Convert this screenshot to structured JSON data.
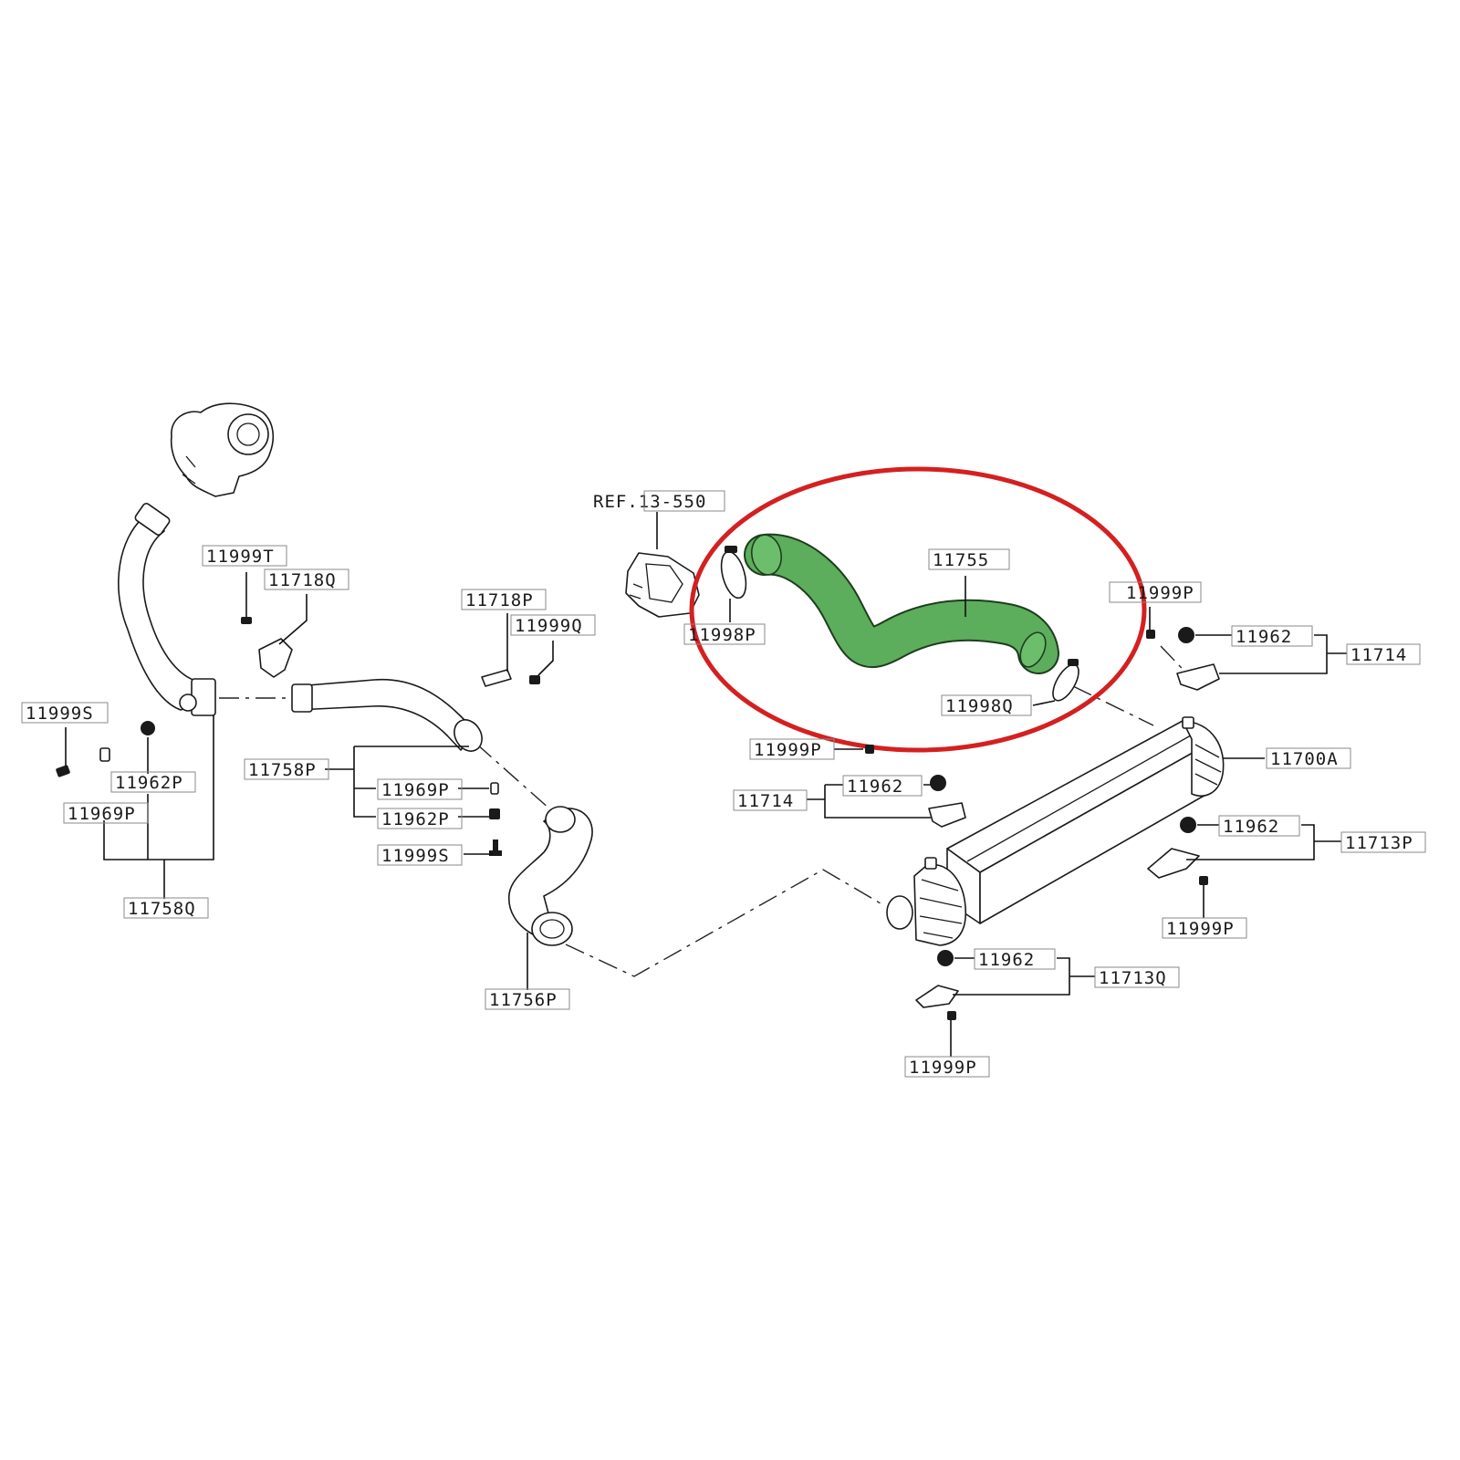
{
  "diagram": {
    "part_labels": [
      "REF.13-550",
      "11755",
      "11998P",
      "11998Q",
      "11999T",
      "11718Q",
      "11718P",
      "11999Q",
      "11999S",
      "11962P",
      "11969P",
      "11758Q",
      "11758P",
      "11969P",
      "11962P",
      "11999S",
      "11756P",
      "11999P",
      "11962",
      "11714",
      "11700A",
      "11999P",
      "11962",
      "11714",
      "11962",
      "11713P",
      "11999P",
      "11962",
      "11713Q",
      "11999P"
    ],
    "highlight": {
      "part": "11755",
      "hose_color": "#5cad5c",
      "circle_color": "#d42020"
    }
  }
}
